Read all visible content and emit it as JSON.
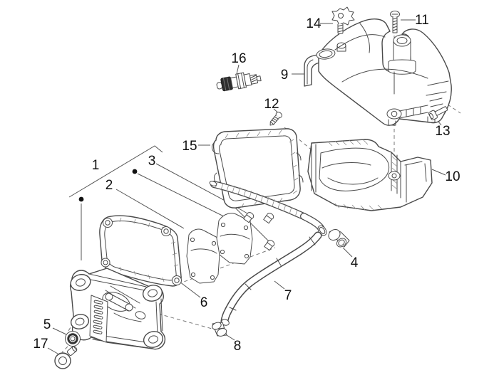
{
  "diagram": {
    "title": "exploded-parts-diagram",
    "background_color": "#ffffff",
    "line_color": "#4a4a4a",
    "label_color": "#111111",
    "bullet_markers_on": [
      "1",
      "3"
    ],
    "parts": [
      {
        "label": "1"
      },
      {
        "label": "2"
      },
      {
        "label": "3"
      },
      {
        "label": "4"
      },
      {
        "label": "5"
      },
      {
        "label": "6"
      },
      {
        "label": "7"
      },
      {
        "label": "8"
      },
      {
        "label": "9"
      },
      {
        "label": "10"
      },
      {
        "label": "11"
      },
      {
        "label": "12"
      },
      {
        "label": "13"
      },
      {
        "label": "14"
      },
      {
        "label": "15"
      },
      {
        "label": "16"
      },
      {
        "label": "17"
      }
    ]
  }
}
